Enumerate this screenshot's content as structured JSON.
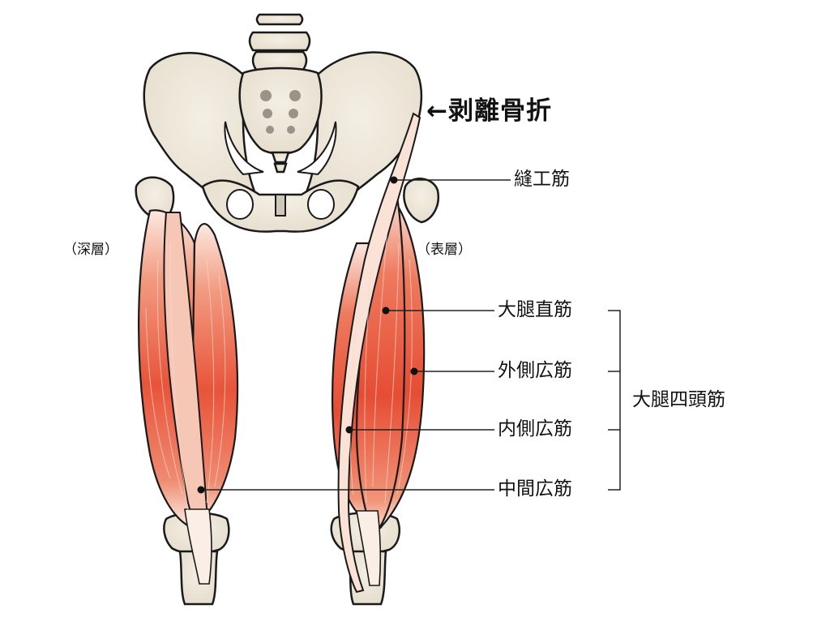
{
  "annotations": {
    "fracture": "←剥離骨折",
    "sartorius": "縫工筋",
    "rectus_femoris": "大腿直筋",
    "vastus_lateralis": "外側広筋",
    "vastus_medialis": "内側広筋",
    "vastus_intermedius": "中間広筋",
    "quadriceps": "大腿四頭筋",
    "deep_layer": "（深層）",
    "superficial_layer": "（表層）"
  },
  "colors": {
    "bone": "#efe9dc",
    "bone_outline": "#1a1a1a",
    "muscle": "#e8543a",
    "muscle_light": "#f6b29c",
    "tendon": "#fbeee6",
    "line": "#222222"
  }
}
